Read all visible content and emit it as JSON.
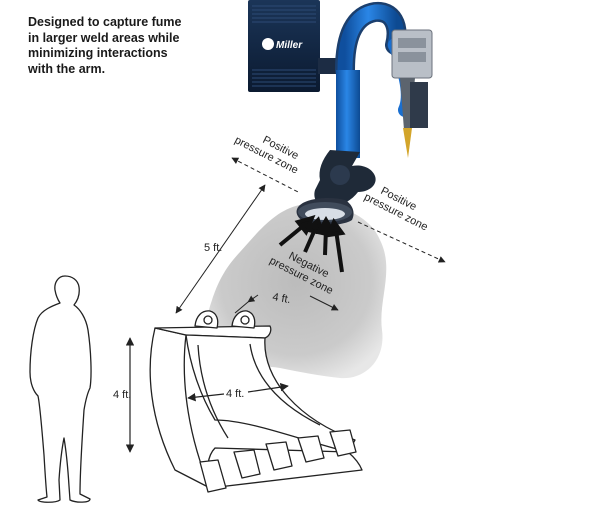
{
  "caption": {
    "lines": [
      "Designed to capture fume",
      "in larger weld areas while",
      "minimizing interactions",
      "with the arm."
    ]
  },
  "brand": {
    "logo_text": "Miller"
  },
  "labels": {
    "positive_zone_left": [
      "Positive",
      "pressure zone"
    ],
    "positive_zone_right": [
      "Positive",
      "pressure zone"
    ],
    "negative_zone": [
      "Negative",
      "pressure zone"
    ],
    "dim_arm_reach": "5 ft.",
    "dim_cloud_width": "4 ft.",
    "dim_bucket_height": "4 ft.",
    "dim_bucket_width": "4 ft."
  },
  "colors": {
    "arm_blue": "#1a6fd0",
    "unit_navy": "#102544",
    "cloud_gray": "#c4c4c4",
    "line_dark": "#222222"
  }
}
